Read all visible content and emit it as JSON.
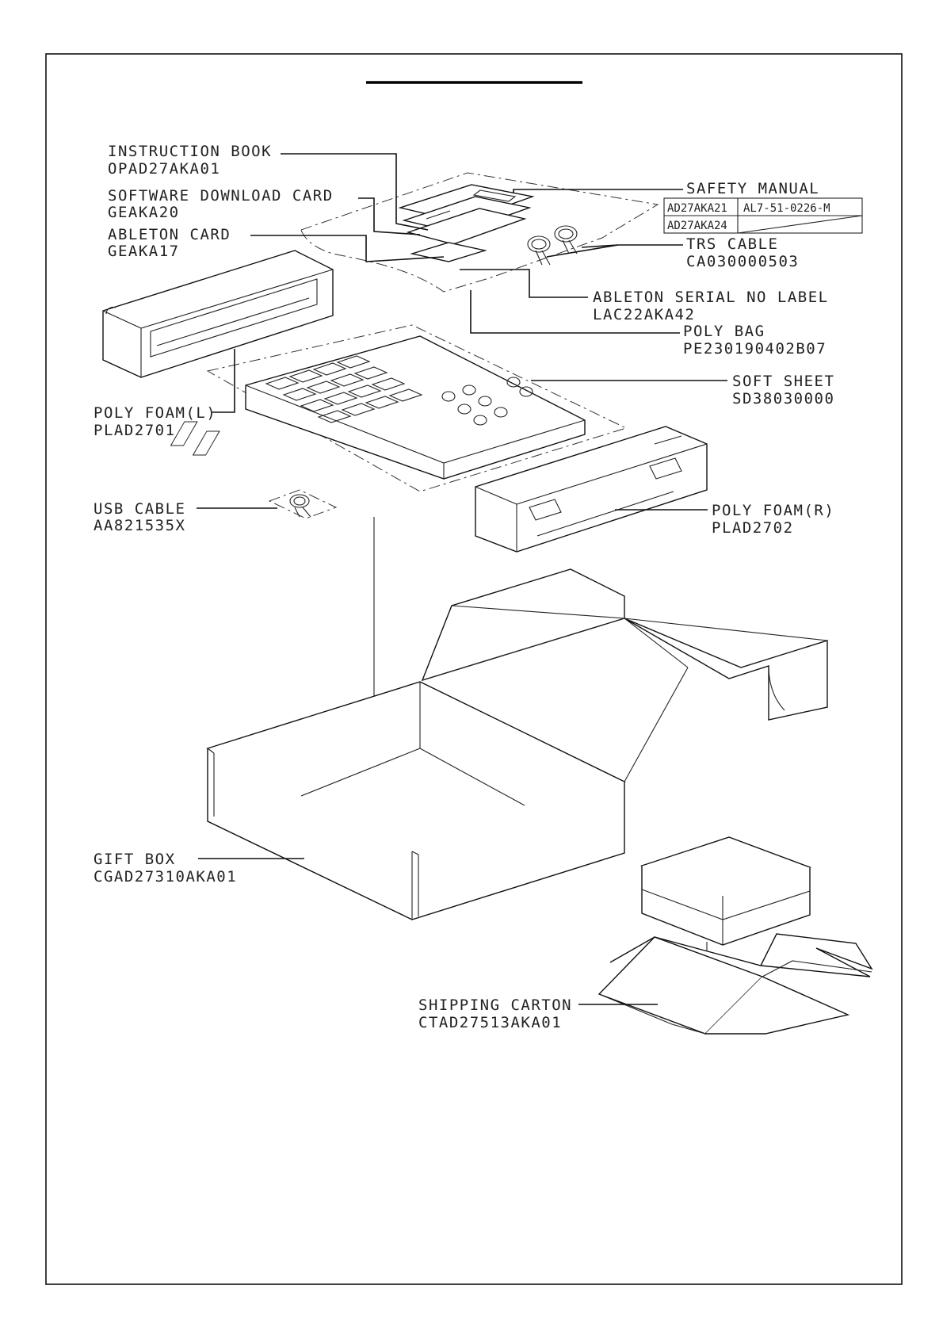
{
  "labels": {
    "instruction_book": {
      "name": "INSTRUCTION BOOK",
      "code": "OPAD27AKA01"
    },
    "software_card": {
      "name": "SOFTWARE DOWNLOAD CARD",
      "code": "GEAKA20"
    },
    "ableton_card": {
      "name": "ABLETON CARD",
      "code": "GEAKA17"
    },
    "safety_manual": {
      "name": "SAFETY MANUAL",
      "rows": [
        {
          "model": "AD27AKA21",
          "code": "AL7-51-0226-M"
        },
        {
          "model": "AD27AKA24",
          "code": ""
        }
      ]
    },
    "trs_cable": {
      "name": "TRS CABLE",
      "code": "CA030000503"
    },
    "ableton_serial_label": {
      "name": "ABLETON SERIAL NO LABEL",
      "code": "LAC22AKA42"
    },
    "poly_bag": {
      "name": "POLY BAG",
      "code": "PE230190402B07"
    },
    "soft_sheet": {
      "name": "SOFT SHEET",
      "code": "SD38030000"
    },
    "poly_foam_l": {
      "name": "POLY FOAM(L)",
      "code": "PLAD2701"
    },
    "usb_cable": {
      "name": "USB CABLE",
      "code": "AA821535X"
    },
    "poly_foam_r": {
      "name": "POLY FOAM(R)",
      "code": "PLAD2702"
    },
    "gift_box": {
      "name": "GIFT BOX",
      "code": "CGAD27310AKA01"
    },
    "shipping_carton": {
      "name": "SHIPPING CARTON",
      "code": "CTAD27513AKA01"
    }
  }
}
